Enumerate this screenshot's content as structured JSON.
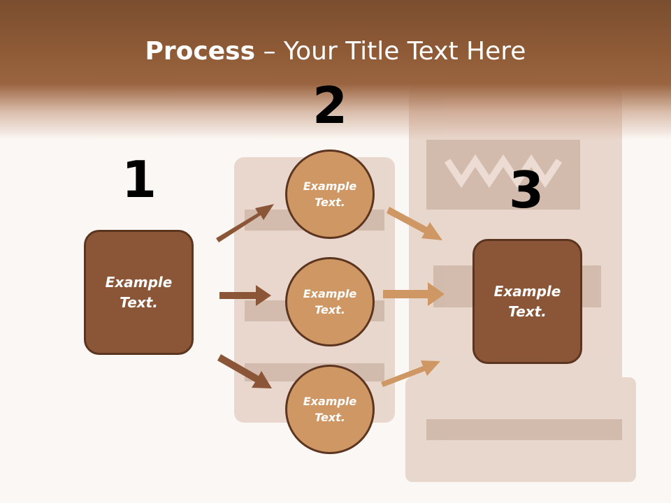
{
  "title": {
    "bold": "Process",
    "rest": " – Your Title Text Here"
  },
  "steps": [
    {
      "number": "1",
      "text": "Example Text."
    },
    {
      "number": "2",
      "items": [
        "Example Text.",
        "Example Text.",
        "Example Text."
      ]
    },
    {
      "number": "3",
      "text": "Example Text."
    }
  ],
  "colors": {
    "header": "#8e5a36",
    "box_fill": "#8b5637",
    "circle_fill": "#cf9763",
    "arrow_dark": "#8b5637",
    "arrow_light": "#cf9763",
    "outline": "#5c3520"
  }
}
